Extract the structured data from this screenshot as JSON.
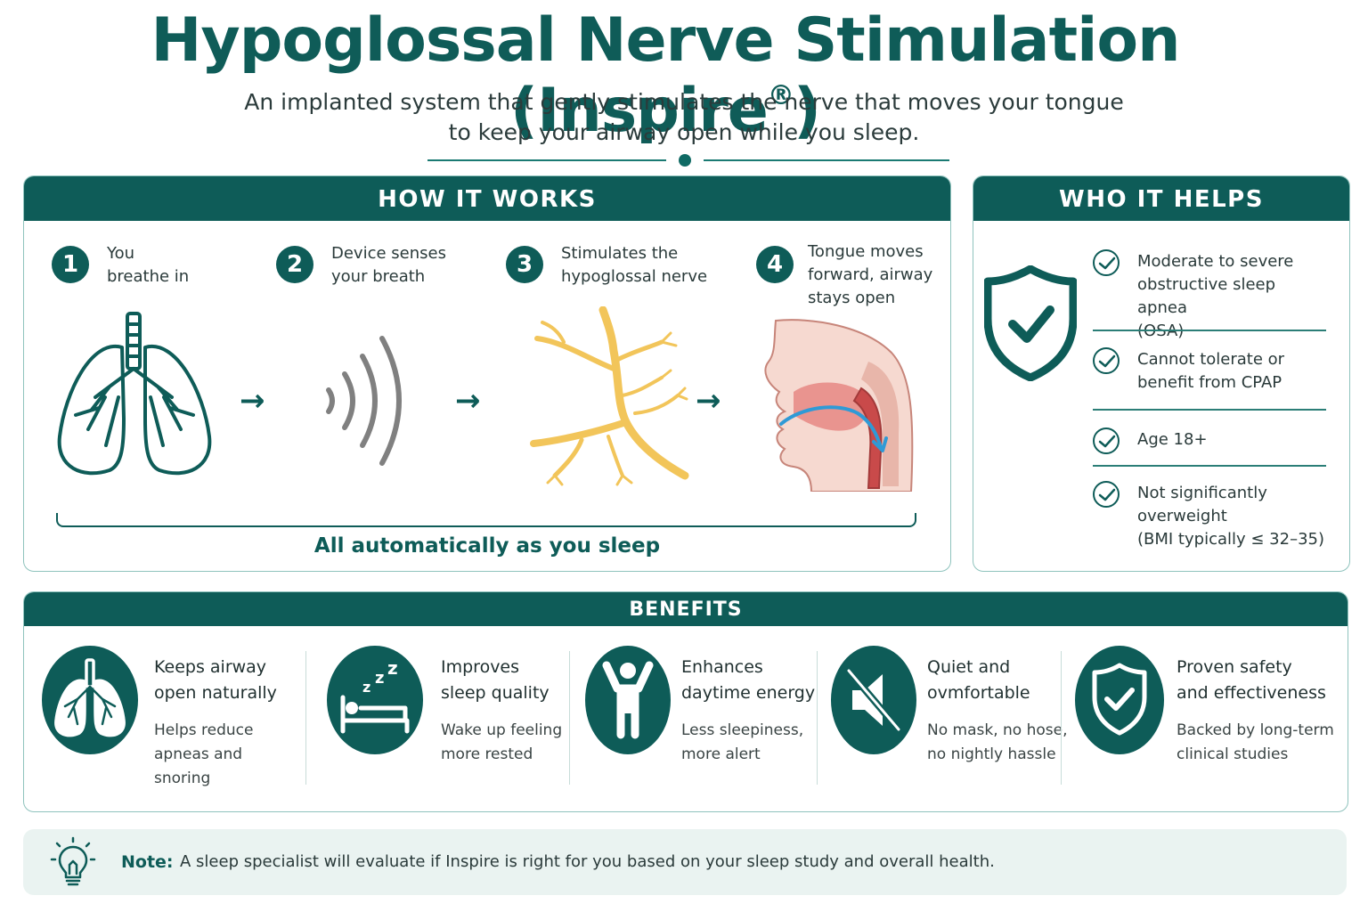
{
  "header": {
    "title": "Hypoglossal Nerve Stimulation (Inspire",
    "title_mark": "®",
    "title_close": ")",
    "subtitle_line1": "An implanted system that gently stimulates the nerve that moves your tongue",
    "subtitle_line2": "to keep your airway open while you sleep."
  },
  "how_it_works": {
    "heading": "HOW IT WORKS",
    "steps": [
      {
        "num": "1",
        "lines": [
          "You",
          "breathe in"
        ],
        "icon": "lungs-icon"
      },
      {
        "num": "2",
        "lines": [
          "Device senses",
          "your breath"
        ],
        "icon": "breath-waves-icon"
      },
      {
        "num": "3",
        "lines": [
          "Stimulates the",
          "hypoglossal nerve"
        ],
        "icon": "nerve-icon"
      },
      {
        "num": "4",
        "lines": [
          "Tongue moves",
          "forward, airway",
          "stays open"
        ],
        "icon": "airway-profile-icon"
      }
    ],
    "arrow": "→",
    "footer": "All automatically as you sleep"
  },
  "who_it_helps": {
    "heading": "WHO IT HELPS",
    "icon": "shield-check-icon",
    "criteria": [
      [
        "Moderate to severe",
        "obstructive sleep apnea",
        "(OSA)"
      ],
      [
        "Cannot tolerate or",
        "benefit from CPAP"
      ],
      [
        "Age 18+"
      ],
      [
        "Not significantly",
        "overweight",
        "(BMI typically ≤ 32–35)"
      ]
    ]
  },
  "benefits": {
    "heading": "BENEFITS",
    "items": [
      {
        "title": [
          "Keeps airway",
          "open naturally"
        ],
        "desc": [
          "Helps reduce",
          "apneas and",
          "snoring"
        ],
        "icon": "lungs-icon"
      },
      {
        "title": [
          "Improves",
          "sleep quality"
        ],
        "desc": [
          "Wake up feeling",
          "more rested"
        ],
        "icon": "sleeping-bed-icon"
      },
      {
        "title": [
          "Enhances",
          "daytime energy"
        ],
        "desc": [
          "Less sleepiness,",
          "more alert"
        ],
        "icon": "energetic-person-icon"
      },
      {
        "title": [
          "Quiet and",
          "ovmfortable"
        ],
        "desc": [
          "No mask, no hose,",
          "no nightly hassle"
        ],
        "icon": "muted-speaker-icon"
      },
      {
        "title": [
          "Proven safety",
          "and effectiveness"
        ],
        "desc": [
          "Backed by long-term",
          "clinical studies"
        ],
        "icon": "shield-check-icon"
      }
    ]
  },
  "note": {
    "label": "Note:",
    "text": "A sleep specialist will evaluate if Inspire is right for you based on your sleep study and overall health.",
    "icon": "lightbulb-icon"
  },
  "colors": {
    "primary": "#0e5c58",
    "border": "#8fc3bd",
    "note_bg": "#eaf3f1",
    "nerve": "#f2c55a",
    "airway": "#c94a4a",
    "flow_arrow": "#2f9ad6"
  }
}
